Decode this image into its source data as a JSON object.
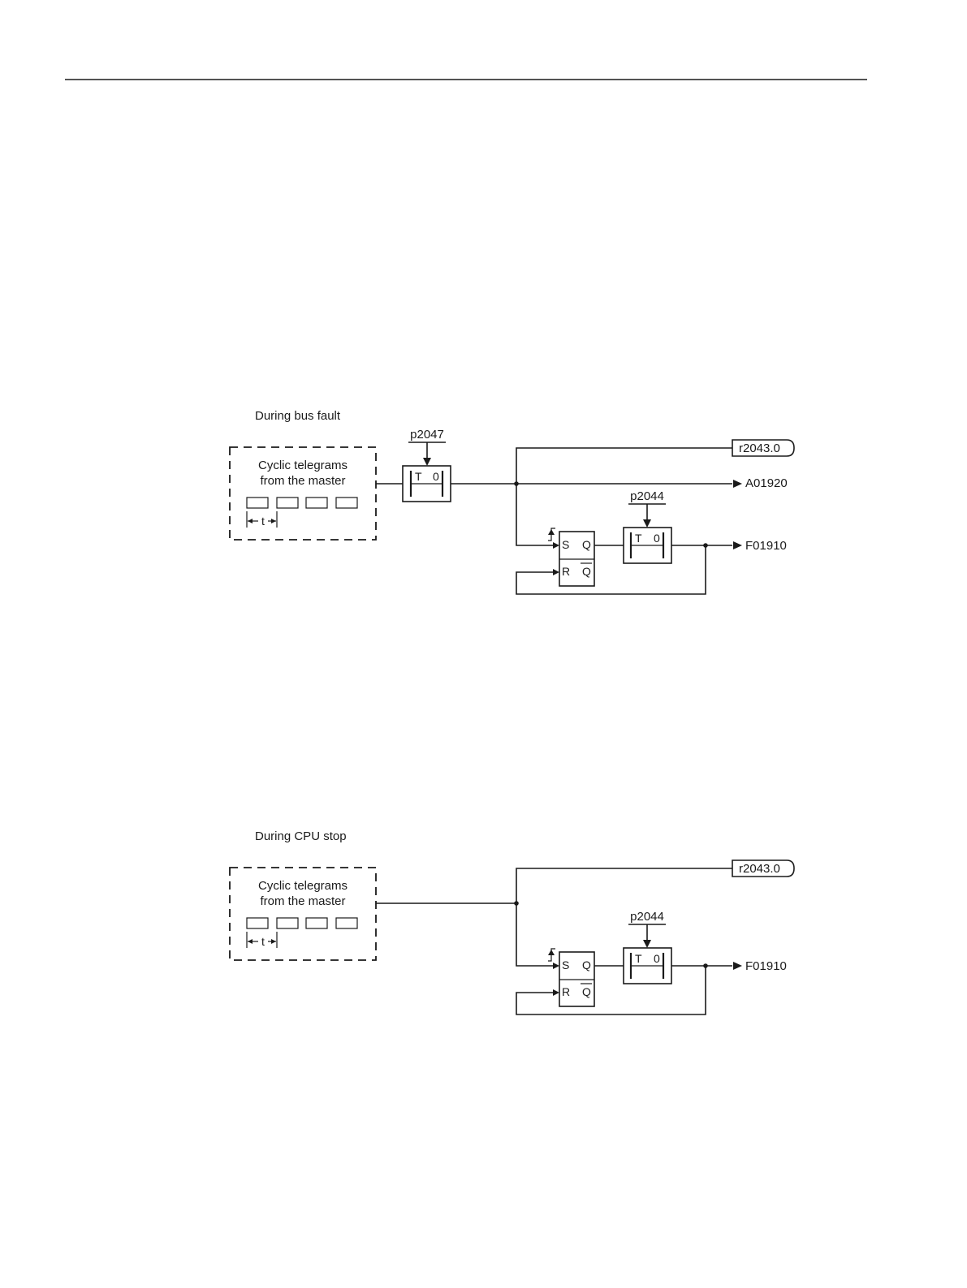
{
  "diagram_1": {
    "title": "During bus fault",
    "source_label_line1": "Cyclic telegrams",
    "source_label_line2": "from the master",
    "interval_label": "t",
    "timer1_param": "p2047",
    "timer_T": "T",
    "timer_0": "0",
    "output_status": "r2043.0",
    "output_alarm": "A01920",
    "timer2_param": "p2044",
    "ff_S": "S",
    "ff_Q": "Q",
    "ff_R": "R",
    "ff_Qbar": "Q",
    "output_fault": "F01910"
  },
  "diagram_2": {
    "title": "During CPU stop",
    "source_label_line1": "Cyclic telegrams",
    "source_label_line2": "from the master",
    "interval_label": "t",
    "timer_param": "p2044",
    "timer_T": "T",
    "timer_0": "0",
    "output_status": "r2043.0",
    "ff_S": "S",
    "ff_Q": "Q",
    "ff_R": "R",
    "ff_Qbar": "Q",
    "output_fault": "F01910"
  }
}
